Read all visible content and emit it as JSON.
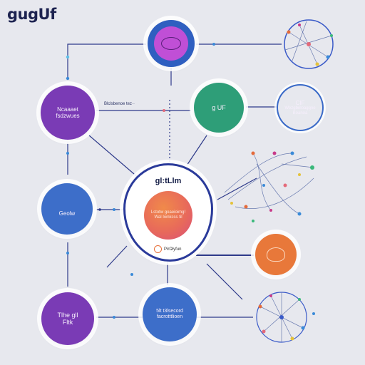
{
  "title": "gugUf",
  "nodes": {
    "top_magenta": {
      "label": ""
    },
    "left_purple": {
      "label": "Ncaaaet fsdzwues"
    },
    "green": {
      "label": "ɡ UF"
    },
    "left_blue": {
      "label": "Geolw"
    },
    "hub": {
      "title": "gl:tLlm",
      "core": "Lstotw goaeioimg! Wal Iwnkcss til",
      "footer": "PirΩlyfun"
    },
    "orange": {
      "label": ""
    },
    "bottom_purple": {
      "label": "Tlhe gll Fltk"
    },
    "bottom_blue": {
      "label": "5lt t3lsecord facrotttlioen"
    },
    "right_circle": {
      "title": "CIF",
      "line1": "Wezgbeloaggne",
      "line2": "Boanoa"
    }
  },
  "labels": {
    "between_purple_green": "Blclsbenoe tez··"
  },
  "colors": {
    "magenta": "#b83fce",
    "purple": "#7a3bb5",
    "green": "#2e9e78",
    "blue": "#3d6ec9",
    "orange": "#e8783a",
    "navy": "#1d2350"
  }
}
